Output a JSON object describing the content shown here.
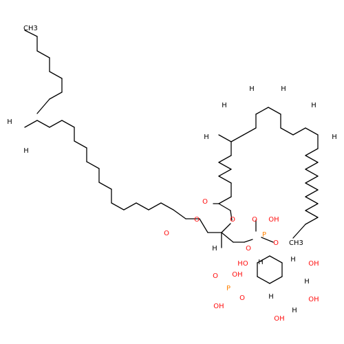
{
  "colors": {
    "background": "#ffffff",
    "carbon": "#000000",
    "oxygen": "#ff0d0d",
    "phosphorus": "#ff8000"
  },
  "atoms": {
    "ch3_top": "CH3",
    "h_left_upper": "H",
    "h_left_lower": "H",
    "h_cis1_a": "H",
    "h_cis1_b": "H",
    "h_cis2_a": "H",
    "h_cis2_b": "H",
    "h_cis3_a": "H",
    "h_cis3_b": "H",
    "o_ester_left": "O",
    "o_carbonyl_left": "O",
    "o_carbonyl_mid": "O",
    "o_ester_mid": "O",
    "h_stereo": "H",
    "o_glycerol": "O",
    "p_top": "P",
    "o_p_top_dbl": "O",
    "oh_p_top": "OH",
    "o_p_top_ring": "O",
    "ch3_bottom": "CH3",
    "oh_ring_left": "HO",
    "h_ring_a": "H",
    "h_ring_b": "H",
    "oh_ring_right_top": "OH",
    "h_ring_c": "H",
    "oh_ring_right_mid": "OH",
    "o_p_bot_dbl": "O",
    "oh_p_bot": "OH",
    "p_bot": "P",
    "o_p_bot_ring": "O",
    "oh_p_bot_low": "OH",
    "h_ring_d": "H",
    "oh_ring_bottom": "OH",
    "h_ring_e": "H"
  }
}
